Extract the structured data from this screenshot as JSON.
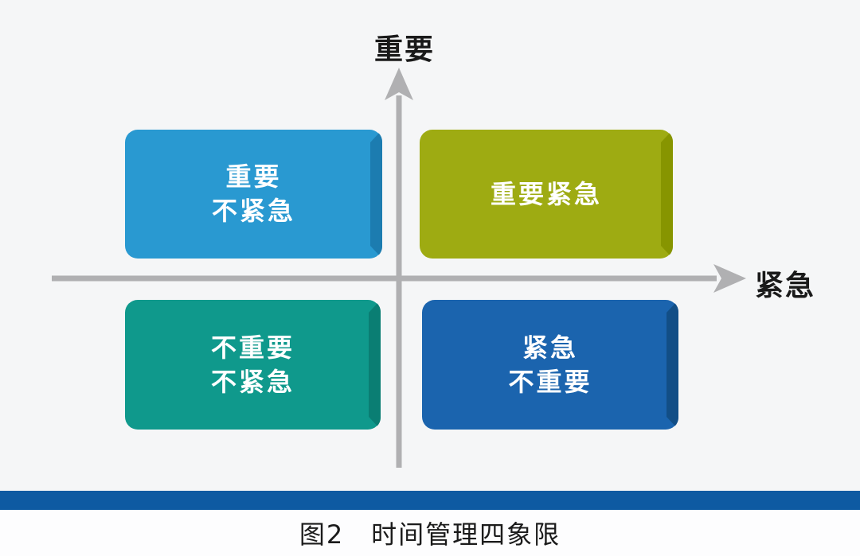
{
  "figure": {
    "axes": {
      "y_label": "重要",
      "x_label": "紧急",
      "axis_color": "#b0b0b2"
    },
    "quadrants": [
      {
        "id": "important-not-urgent",
        "line1": "重要",
        "line2": "不紧急",
        "color": "#2999d1",
        "edge_color": "#1c7cb0"
      },
      {
        "id": "important-urgent",
        "line1": "重要紧急",
        "line2": "",
        "color": "#9eab12",
        "edge_color": "#879500"
      },
      {
        "id": "not-important-not-urgent",
        "line1": "不重要",
        "line2": "不紧急",
        "color": "#0f998c",
        "edge_color": "#0a7e73"
      },
      {
        "id": "urgent-not-important",
        "line1": "紧急",
        "line2": "不重要",
        "color": "#1b64ae",
        "edge_color": "#124e86"
      }
    ],
    "divider_bar_color": "#0e5aa2",
    "caption": "图2　时间管理四象限"
  }
}
